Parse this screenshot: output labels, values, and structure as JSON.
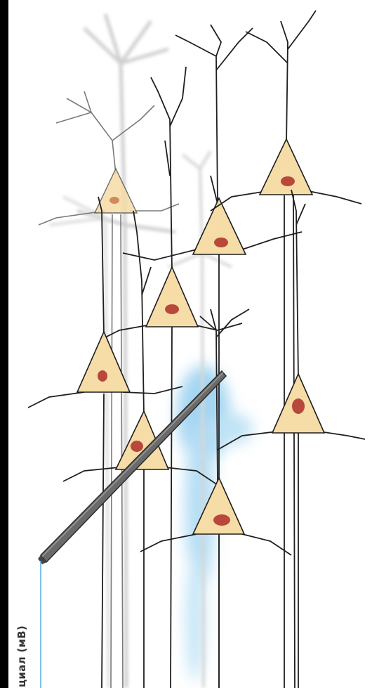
{
  "figure": {
    "axis_label": "циал (мВ)",
    "colors": {
      "soma_fill": "#f6dca6",
      "nucleus": "#b8483b",
      "neuron_outline": "#1f1f1f",
      "faded_neuron": "#c9c9c9",
      "field_glow": "#5ab4e6",
      "electrode": "#6a6a6a",
      "edge_bar": "#000000"
    },
    "elements": [
      "pyramidal-neuron",
      "pyramidal-neuron",
      "pyramidal-neuron",
      "pyramidal-neuron",
      "pyramidal-neuron",
      "pyramidal-neuron",
      "pyramidal-neuron",
      "pyramidal-neuron",
      "recording-electrode",
      "extracellular-field"
    ]
  }
}
